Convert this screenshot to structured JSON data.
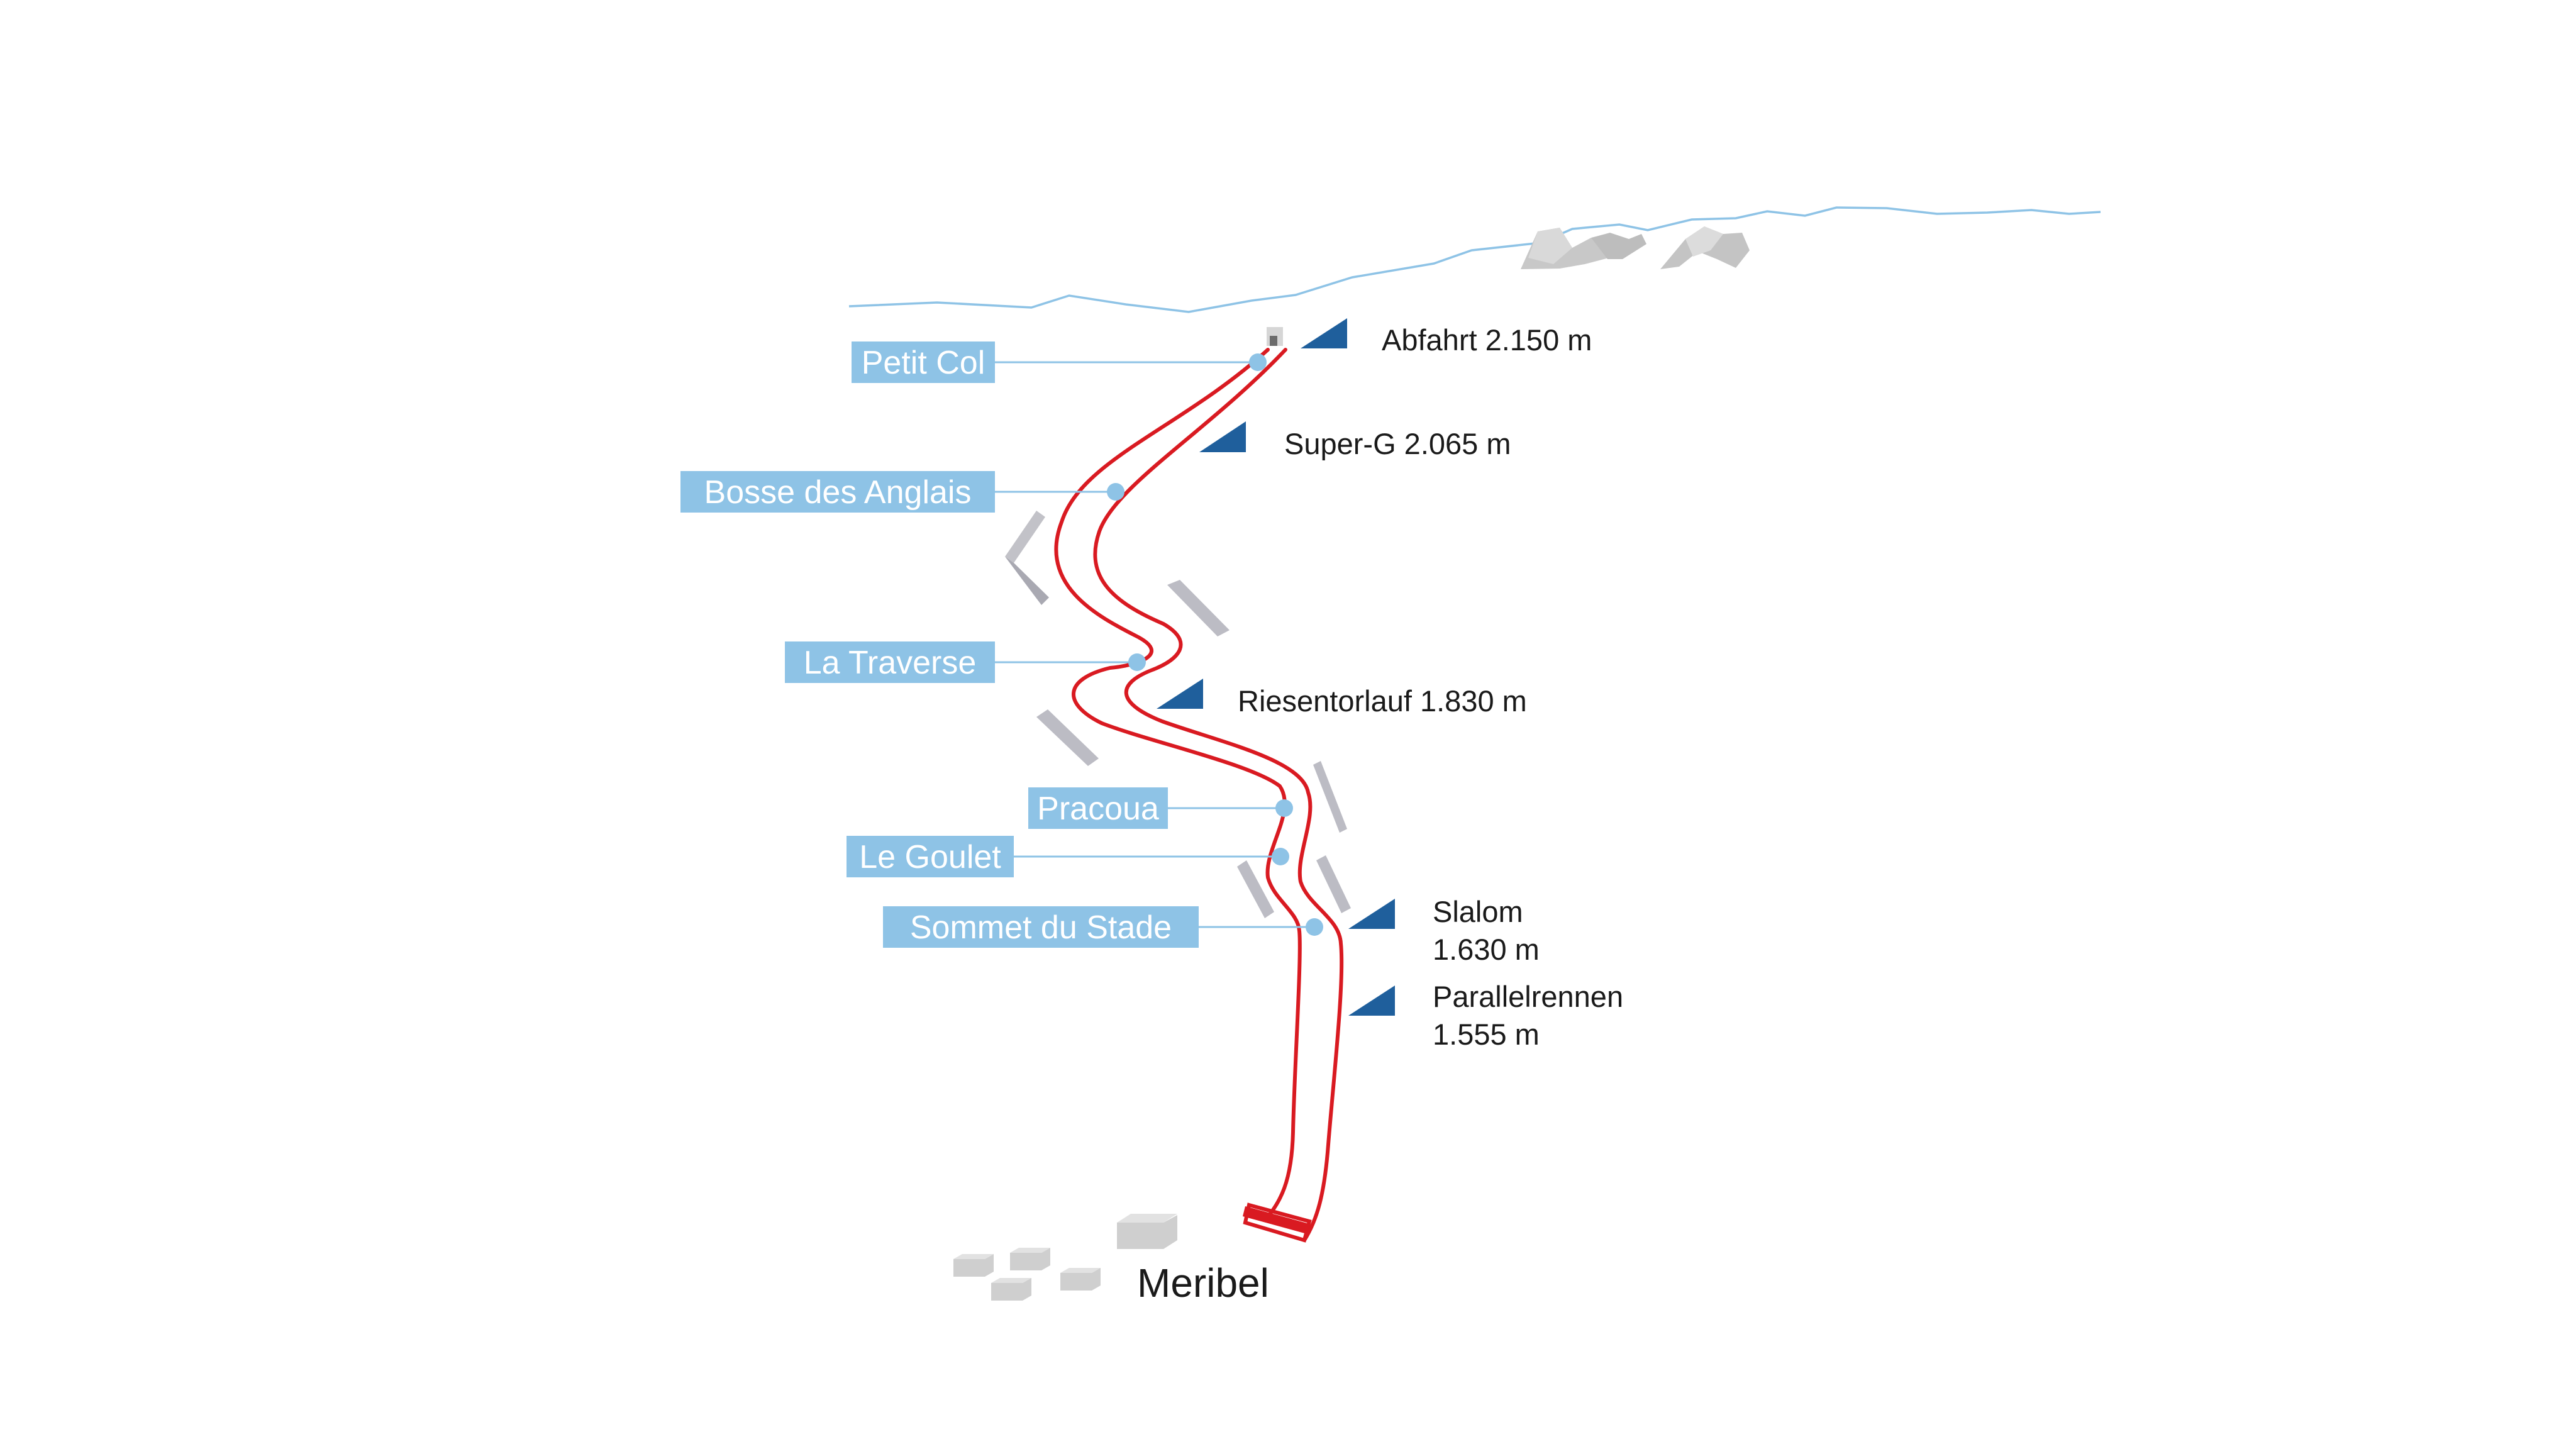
{
  "colors": {
    "label_bg": "#8ec3e6",
    "label_text": "#ffffff",
    "track": "#d91a21",
    "flag": "#1f5f9c",
    "ridge": "#8ec3e6",
    "net": "#bcbcc4",
    "rock": "#c8c8c8"
  },
  "course_sections": [
    {
      "label": "Petit Col"
    },
    {
      "label": "Bosse des Anglais"
    },
    {
      "label": "La Traverse"
    },
    {
      "label": "Pracoua"
    },
    {
      "label": "Le Goulet"
    },
    {
      "label": "Sommet du Stade"
    }
  ],
  "starts": [
    {
      "lines": [
        "Abfahrt 2.150 m"
      ],
      "icon": "start-flag-icon"
    },
    {
      "lines": [
        "Super-G 2.065 m"
      ],
      "icon": "start-flag-icon"
    },
    {
      "lines": [
        "Riesentorlauf 1.830 m"
      ],
      "icon": "start-flag-icon"
    },
    {
      "lines": [
        "Slalom",
        "1.630 m"
      ],
      "icon": "start-flag-icon"
    },
    {
      "lines": [
        "Parallelrennen",
        "1.555 m"
      ],
      "icon": "start-flag-icon"
    }
  ],
  "village": {
    "label": "Meribel"
  }
}
